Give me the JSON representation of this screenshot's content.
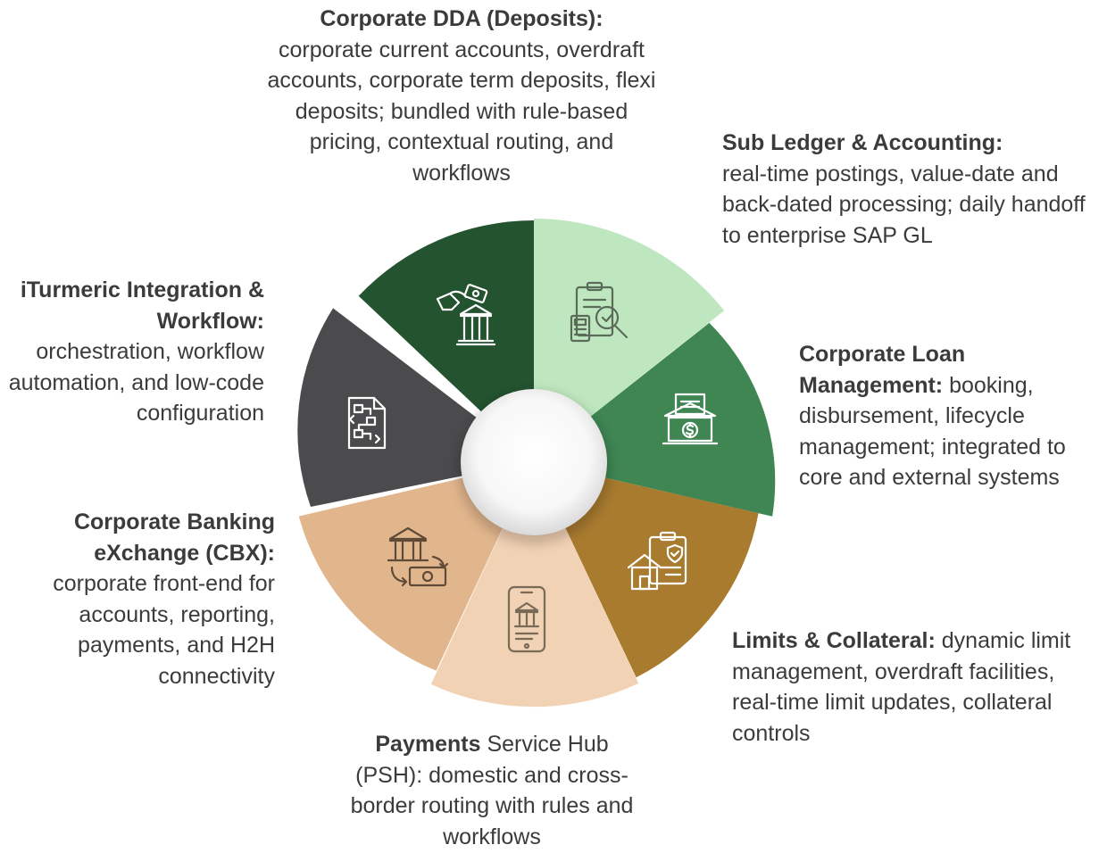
{
  "segments": [
    {
      "id": "dda",
      "color": "#23532f",
      "icon": "hand-bank-money-icon",
      "title": "Corporate DDA (Deposits):",
      "body": "corporate current accounts, overdraft accounts, corporate term deposits, flexi deposits; bundled with rule-based pricing, contextual routing, and workflows"
    },
    {
      "id": "subledger",
      "color": "#bfe7bf",
      "icon": "clipboard-calculator-search-icon",
      "title": "Sub Ledger & Accounting:",
      "body": "real-time postings, value-date and back-dated processing; daily handoff to enterprise SAP GL"
    },
    {
      "id": "loan",
      "color": "#3f8653",
      "icon": "bank-document-dollar-icon",
      "title": "Corporate Loan Management:",
      "body": "booking, disbursement, lifecycle management; integrated to core and external systems"
    },
    {
      "id": "limits",
      "color": "#a87b2f",
      "icon": "house-clipboard-shield-icon",
      "title": "Limits & Collateral:",
      "body": "dynamic limit management, overdraft facilities, real-time limit updates, collateral controls"
    },
    {
      "id": "psh",
      "color": "#f2d2b4",
      "icon": "mobile-bank-icon",
      "title": "Payments",
      "body": "Service Hub (PSH): domestic and cross-border routing with rules and workflows"
    },
    {
      "id": "cbx",
      "color": "#e2b68d",
      "icon": "bank-cash-exchange-icon",
      "title": "Corporate Banking eXchange (CBX):",
      "body": "corporate front-end for accounts, reporting, payments, and H2H connectivity"
    },
    {
      "id": "iturmeric",
      "color": "#4b4b4d",
      "icon": "workflow-document-icon",
      "title": "iTurmeric Integration & Workflow:",
      "body": "orchestration, workflow automation, and low-code configuration"
    }
  ]
}
